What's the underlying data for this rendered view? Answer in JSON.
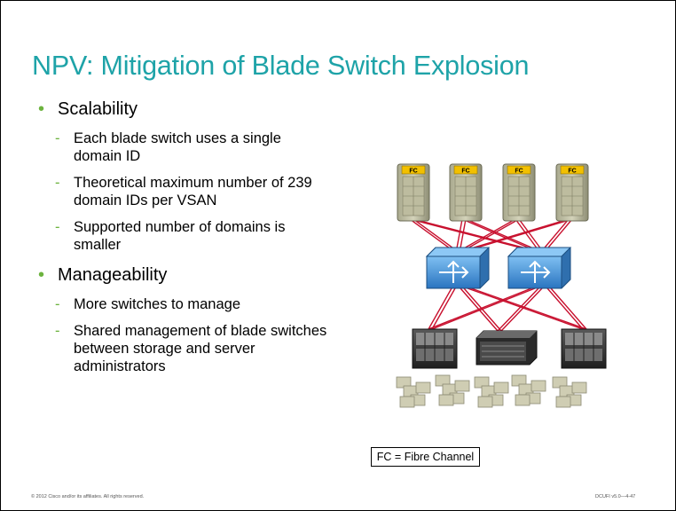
{
  "slide": {
    "title": "NPV: Mitigation of Blade Switch Explosion",
    "sections": [
      {
        "heading": "Scalability",
        "items": [
          "Each blade switch uses a single domain ID",
          "Theoretical maximum number of 239 domain IDs per VSAN",
          "Supported number of domains is smaller"
        ]
      },
      {
        "heading": "Manageability",
        "items": [
          "More switches to manage",
          "Shared management of blade switches between storage and server administrators"
        ]
      }
    ],
    "diagram": {
      "storage_label": "FC",
      "legend": "FC = Fibre Channel"
    },
    "footer": {
      "copyright": "© 2012 Cisco and/or its affiliates. All rights reserved.",
      "course": "DCUFI v5.0—4-47"
    },
    "colors": {
      "title": "#1ea3a8",
      "bullet": "#6cb33e",
      "link": "#c8102e",
      "switch": "#3d8fd6"
    }
  }
}
